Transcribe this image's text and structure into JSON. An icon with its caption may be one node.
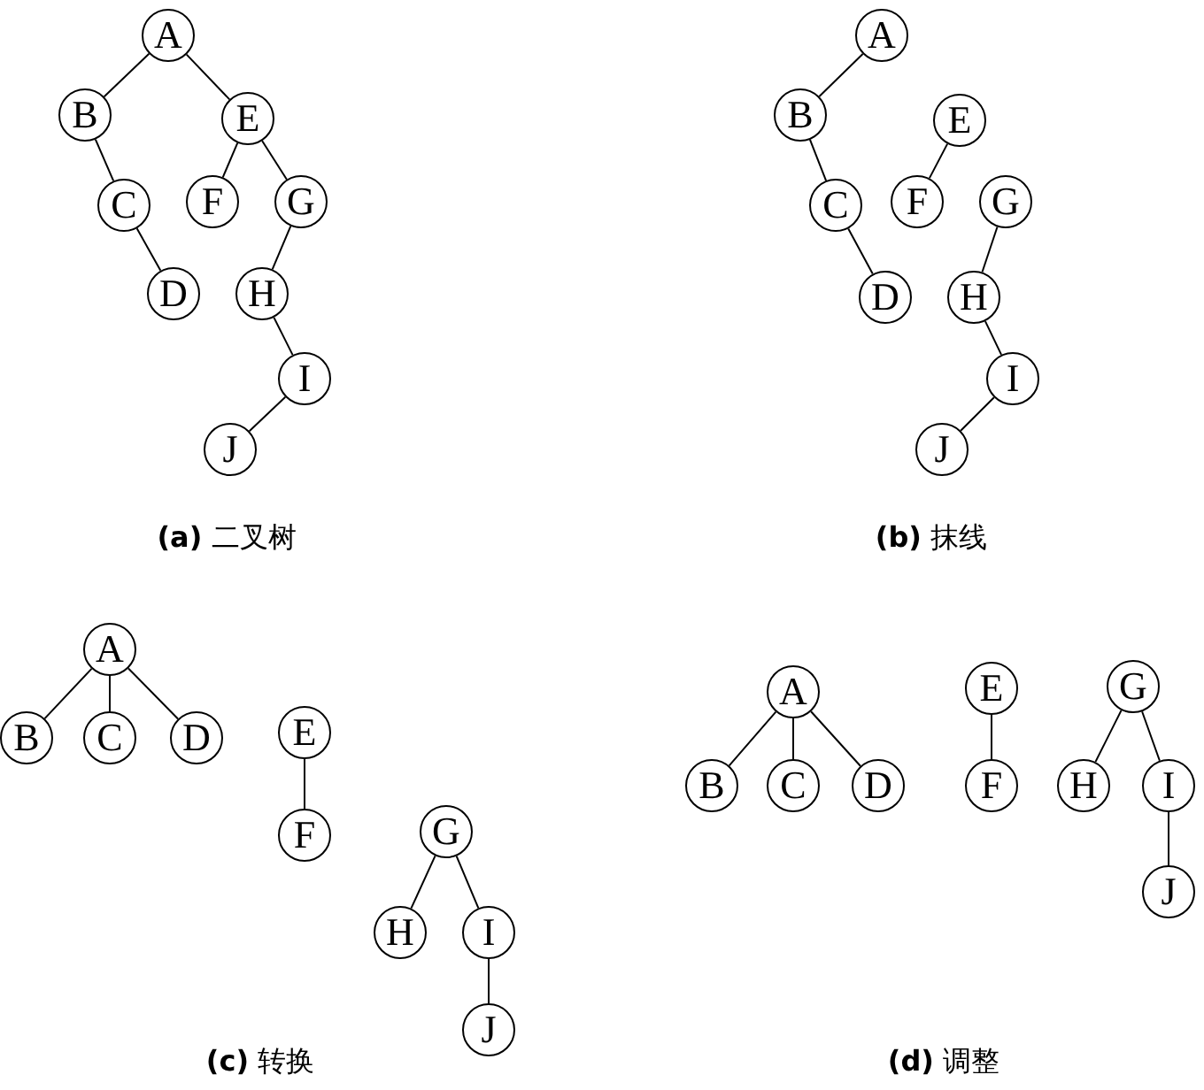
{
  "diagram": {
    "nodes": [
      {
        "text": [
          "A"
        ]
      },
      {
        "text": [
          "B"
        ]
      },
      {
        "text": [
          "C"
        ]
      },
      {
        "text": [
          "D"
        ]
      },
      {
        "text": [
          "E"
        ]
      },
      {
        "text": [
          "F"
        ]
      },
      {
        "text": [
          "G"
        ]
      },
      {
        "text": [
          "H"
        ]
      },
      {
        "text": [
          "I"
        ]
      },
      {
        "text": [
          "J"
        ]
      },
      {
        "text": [
          "A"
        ]
      },
      {
        "text": [
          "B"
        ]
      },
      {
        "text": [
          "C"
        ]
      },
      {
        "text": [
          "D"
        ]
      },
      {
        "text": [
          "E"
        ]
      },
      {
        "text": [
          "F"
        ]
      },
      {
        "text": [
          "G"
        ]
      },
      {
        "text": [
          "H"
        ]
      },
      {
        "text": [
          "I"
        ]
      },
      {
        "text": [
          "J"
        ]
      },
      {
        "text": [
          "A"
        ]
      },
      {
        "text": [
          "B"
        ]
      },
      {
        "text": [
          "C"
        ]
      },
      {
        "text": [
          "D"
        ]
      },
      {
        "text": [
          "E"
        ]
      },
      {
        "text": [
          "F"
        ]
      },
      {
        "text": [
          "G"
        ]
      },
      {
        "text": [
          "H"
        ]
      },
      {
        "text": [
          "I"
        ]
      },
      {
        "text": [
          "J"
        ]
      },
      {
        "text": [
          "A"
        ]
      },
      {
        "text": [
          "B"
        ]
      },
      {
        "text": [
          "C"
        ]
      },
      {
        "text": [
          "D"
        ]
      },
      {
        "text": [
          "E"
        ]
      },
      {
        "text": [
          "F"
        ]
      },
      {
        "text": [
          "G"
        ]
      },
      {
        "text": [
          "H"
        ]
      },
      {
        "text": [
          "I"
        ]
      },
      {
        "text": [
          "J"
        ]
      }
    ],
    "edges": [
      {
        "from": 0,
        "to": 1,
        "arrow": "none"
      },
      {
        "from": 0,
        "to": 4,
        "arrow": "none"
      },
      {
        "from": 1,
        "to": 2,
        "arrow": "none"
      },
      {
        "from": 2,
        "to": 3,
        "arrow": "none"
      },
      {
        "from": 4,
        "to": 5,
        "arrow": "none"
      },
      {
        "from": 4,
        "to": 6,
        "arrow": "none"
      },
      {
        "from": 6,
        "to": 7,
        "arrow": "none"
      },
      {
        "from": 7,
        "to": 8,
        "arrow": "none"
      },
      {
        "from": 8,
        "to": 9,
        "arrow": "none"
      },
      {
        "from": 10,
        "to": 11,
        "arrow": "none"
      },
      {
        "from": 11,
        "to": 12,
        "arrow": "none"
      },
      {
        "from": 12,
        "to": 13,
        "arrow": "none"
      },
      {
        "from": 14,
        "to": 15,
        "arrow": "none"
      },
      {
        "from": 16,
        "to": 17,
        "arrow": "none"
      },
      {
        "from": 17,
        "to": 18,
        "arrow": "none"
      },
      {
        "from": 18,
        "to": 19,
        "arrow": "none"
      },
      {
        "from": 20,
        "to": 21,
        "arrow": "none"
      },
      {
        "from": 20,
        "to": 22,
        "arrow": "none"
      },
      {
        "from": 20,
        "to": 23,
        "arrow": "none"
      },
      {
        "from": 24,
        "to": 25,
        "arrow": "none"
      },
      {
        "from": 26,
        "to": 27,
        "arrow": "none"
      },
      {
        "from": 26,
        "to": 28,
        "arrow": "none"
      },
      {
        "from": 28,
        "to": 29,
        "arrow": "none"
      },
      {
        "from": 30,
        "to": 31,
        "arrow": "none"
      },
      {
        "from": 30,
        "to": 32,
        "arrow": "none"
      },
      {
        "from": 30,
        "to": 33,
        "arrow": "none"
      },
      {
        "from": 34,
        "to": 35,
        "arrow": "none"
      },
      {
        "from": 36,
        "to": 37,
        "arrow": "none"
      },
      {
        "from": 36,
        "to": 38,
        "arrow": "none"
      },
      {
        "from": 38,
        "to": 39,
        "arrow": "none"
      }
    ],
    "labels": [
      "**(a)** 二叉树",
      "**(b)** 抹线",
      "**(c)** 转换",
      "**(d)** 调整"
    ]
  }
}
